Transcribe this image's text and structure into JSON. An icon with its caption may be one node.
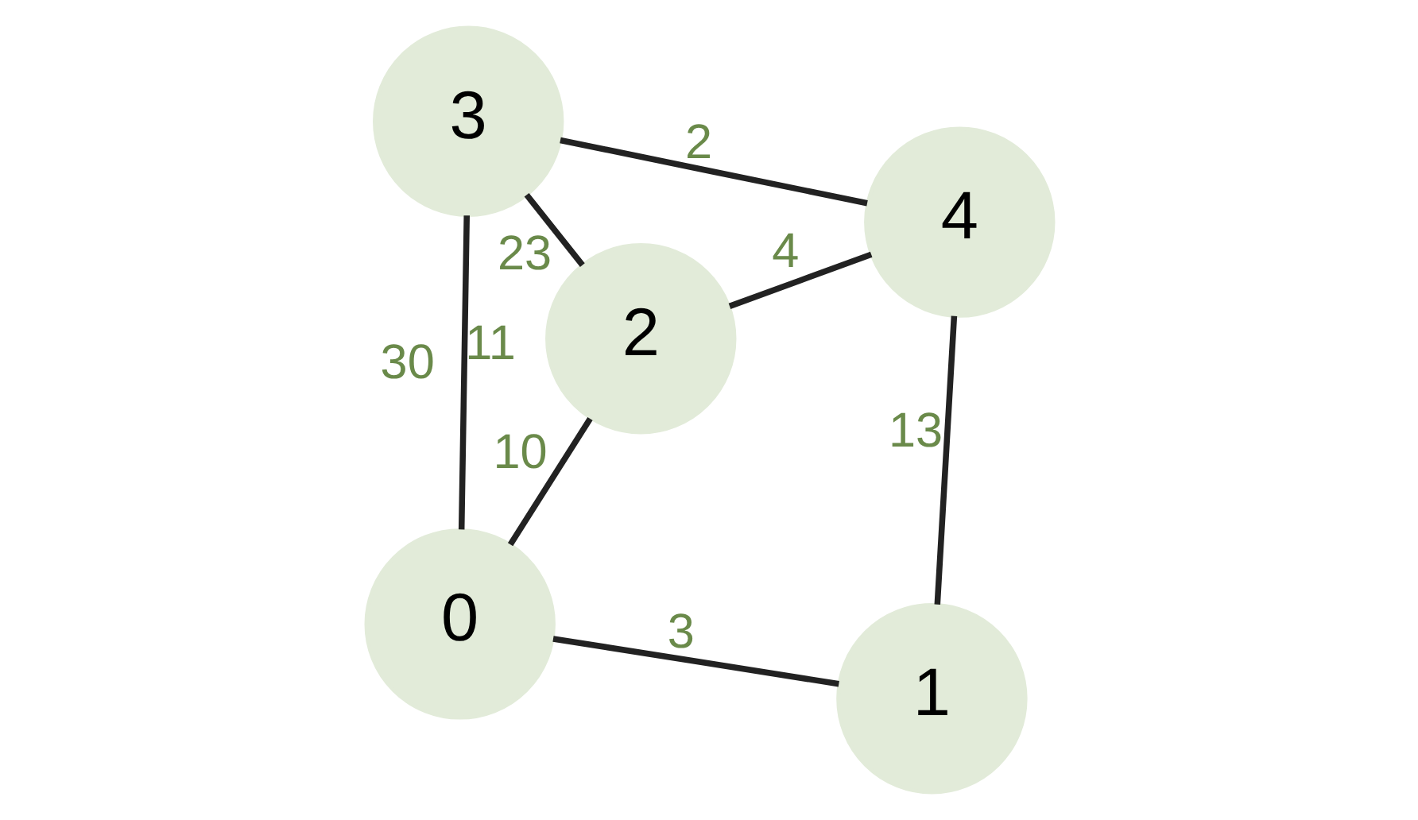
{
  "diagram": {
    "nodes": [
      {
        "text": [
          "0"
        ]
      },
      {
        "text": [
          "1"
        ]
      },
      {
        "text": [
          "2"
        ]
      },
      {
        "text": [
          "3"
        ]
      },
      {
        "text": [
          "4"
        ]
      }
    ],
    "edges": [
      {
        "from": 0,
        "to": 1,
        "arrow": "none",
        "label": "3"
      },
      {
        "from": 1,
        "to": 4,
        "arrow": "none",
        "label": "13"
      },
      {
        "from": 0,
        "to": 2,
        "arrow": "none",
        "label": "10"
      },
      {
        "from": 0,
        "to": 3,
        "arrow": "none",
        "label": "11"
      },
      {
        "from": 2,
        "to": 4,
        "arrow": "none",
        "label": "4"
      },
      {
        "from": 2,
        "to": 3,
        "arrow": "none",
        "label": "23"
      },
      {
        "from": 4,
        "to": 3,
        "arrow": "none",
        "label": "2"
      }
    ],
    "labels": [
      "30"
    ]
  }
}
